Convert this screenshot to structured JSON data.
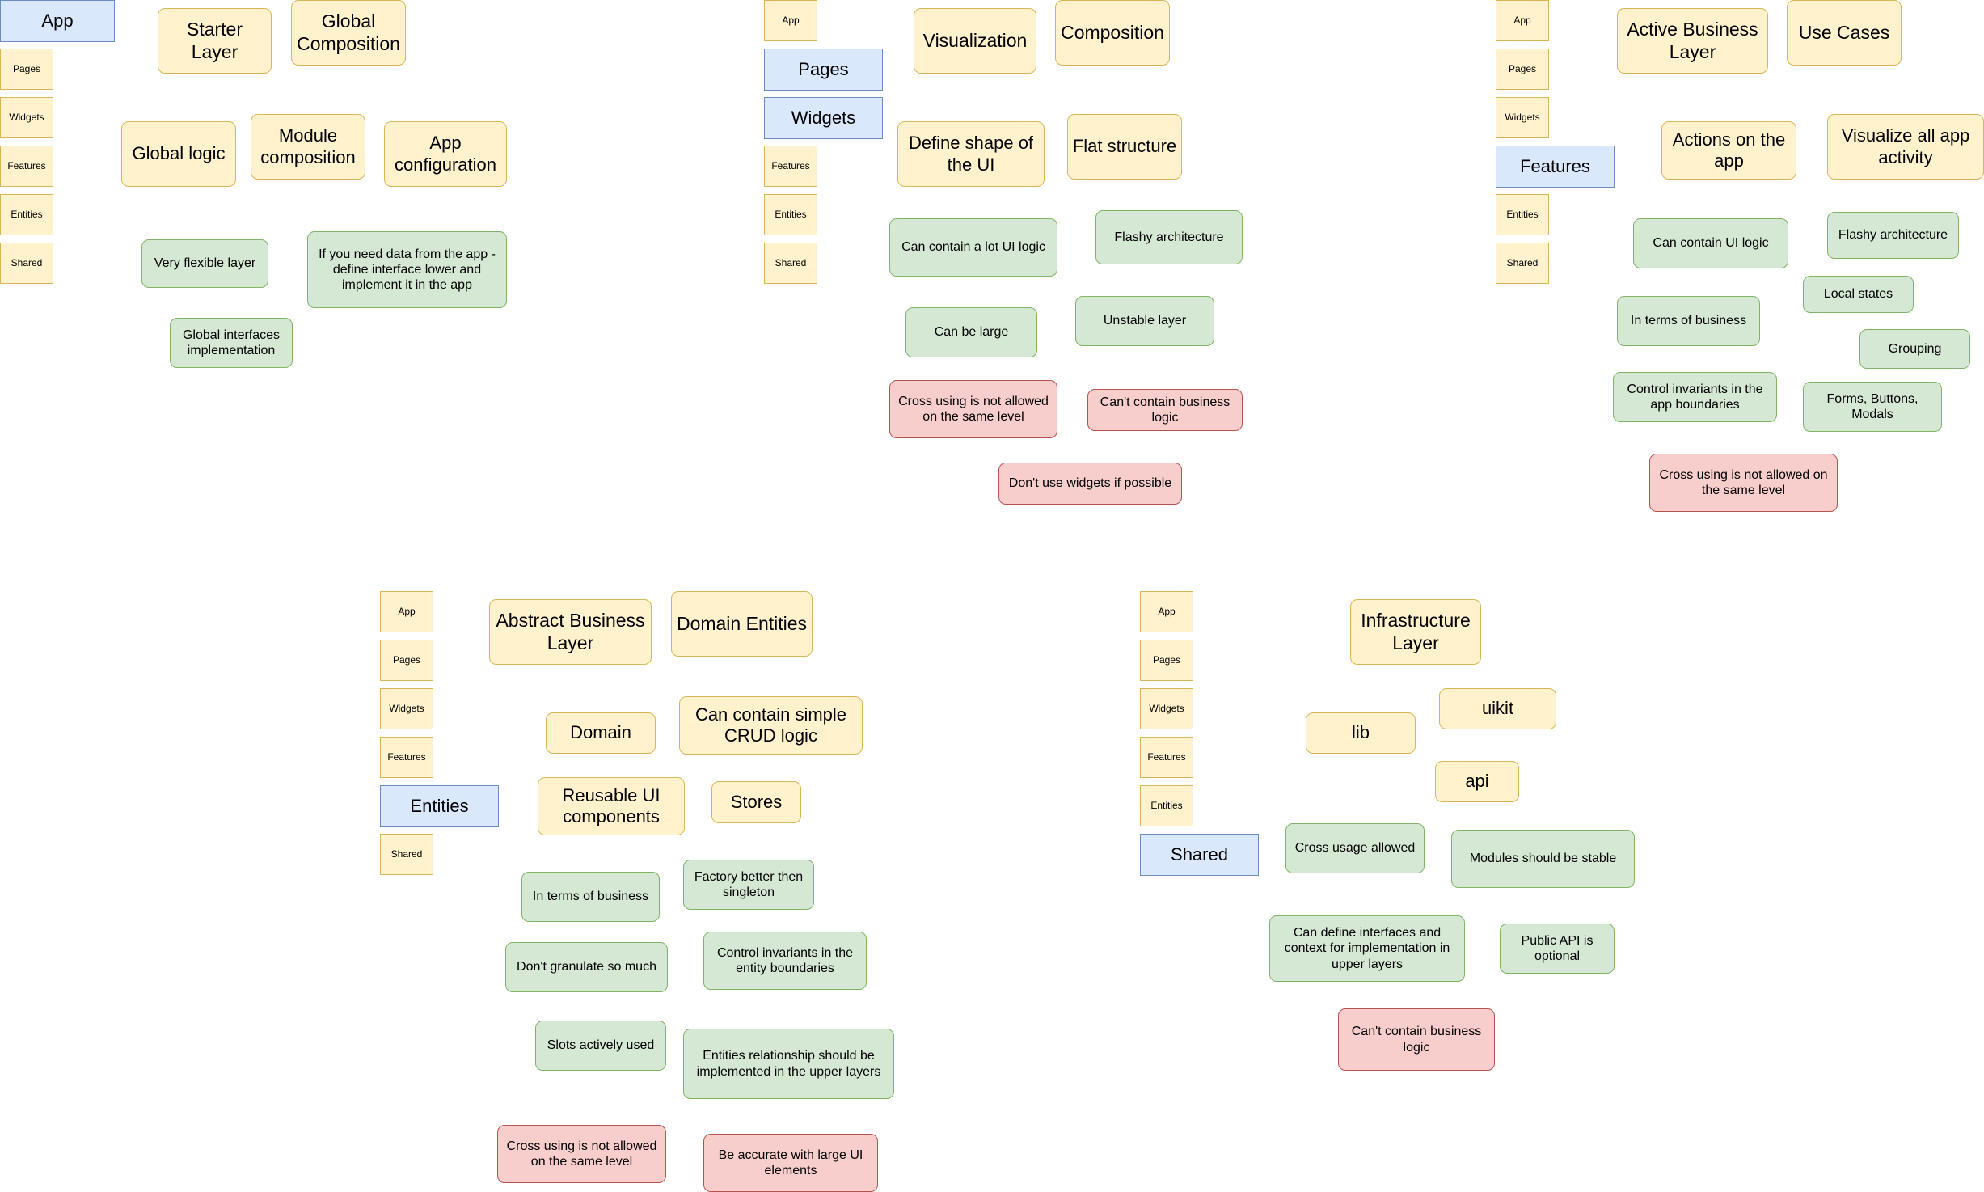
{
  "layers": [
    "App",
    "Pages",
    "Widgets",
    "Features",
    "Entities",
    "Shared"
  ],
  "app": {
    "titles": [
      "Starter Layer",
      "Global Composition"
    ],
    "topics": [
      "Global logic",
      "Module composition",
      "App configuration"
    ],
    "pros": [
      "Very flexible layer",
      "If you need data from the app - define interface lower and implement it in the app",
      "Global interfaces implementation"
    ],
    "cons": []
  },
  "pages_widgets": {
    "titles": [
      "Visualization",
      "Composition"
    ],
    "topics": [
      "Define shape of the UI",
      "Flat structure"
    ],
    "pros": [
      "Can contain a lot UI logic",
      "Flashy architecture",
      "Can be large",
      "Unstable layer"
    ],
    "cons": [
      "Cross using is not allowed on the same level",
      "Can't contain business logic",
      "Don't use widgets if possible"
    ]
  },
  "features": {
    "titles": [
      "Active Business Layer",
      "Use Cases"
    ],
    "topics": [
      "Actions on the app",
      "Visualize all app activity"
    ],
    "pros": [
      "Can contain UI logic",
      "Flashy architecture",
      "Local states",
      "In terms of business",
      "Grouping",
      "Control invariants in the app boundaries",
      "Forms, Buttons, Modals"
    ],
    "cons": [
      "Cross using is not allowed on the same level"
    ]
  },
  "entities": {
    "titles": [
      "Abstract Business Layer",
      "Domain Entities"
    ],
    "topics": [
      "Domain",
      "Can contain simple CRUD logic",
      "Reusable UI components",
      "Stores"
    ],
    "pros": [
      "In terms of business",
      "Factory better then singleton",
      "Don't granulate so much",
      "Control invariants in the entity boundaries",
      "Slots actively used",
      "Entities relationship should be implemented in the upper layers"
    ],
    "cons": [
      "Cross using is not allowed on the same level",
      "Be accurate with large UI elements"
    ]
  },
  "shared": {
    "titles": [
      "Infrastructure Layer"
    ],
    "topics": [
      "lib",
      "uikit",
      "api"
    ],
    "pros": [
      "Cross usage allowed",
      "Modules should be stable",
      "Can define interfaces and context for implementation in upper layers",
      "Public API is optional"
    ],
    "cons": [
      "Can't contain business logic"
    ]
  },
  "colors": {
    "layer_fill": "#fff2cc",
    "active_layer_fill": "#dae8fc",
    "topic_fill": "#fff2cc",
    "pro_fill": "#d5e8d4",
    "con_fill": "#f8cecc"
  }
}
